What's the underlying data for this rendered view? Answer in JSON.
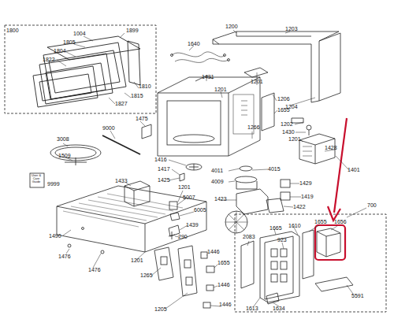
{
  "diagram": {
    "labels": [
      "1800",
      "1899",
      "1004",
      "1805",
      "1804",
      "1822",
      "1810",
      "1815",
      "1827",
      "1640",
      "1200",
      "1203",
      "1204",
      "1431",
      "1201",
      "1201",
      "1206",
      "1655",
      "1475",
      "9000",
      "3008",
      "1509",
      "9999",
      "User & Care Guide",
      "1416",
      "1417",
      "1425",
      "1266",
      "4011",
      "4015",
      "4009",
      "1202",
      "1430",
      "1201",
      "1428",
      "1401",
      "1433",
      "1201",
      "5007",
      "6005",
      "1423",
      "1429",
      "1419",
      "1422",
      "1439",
      "1490",
      "1476",
      "1476",
      "1201",
      "290",
      "1446",
      "1655",
      "1446",
      "1446",
      "1265",
      "1205",
      "700",
      "2083",
      "1665",
      "1610",
      "1655",
      "1656",
      "923",
      "1613",
      "1634",
      "5591"
    ]
  }
}
